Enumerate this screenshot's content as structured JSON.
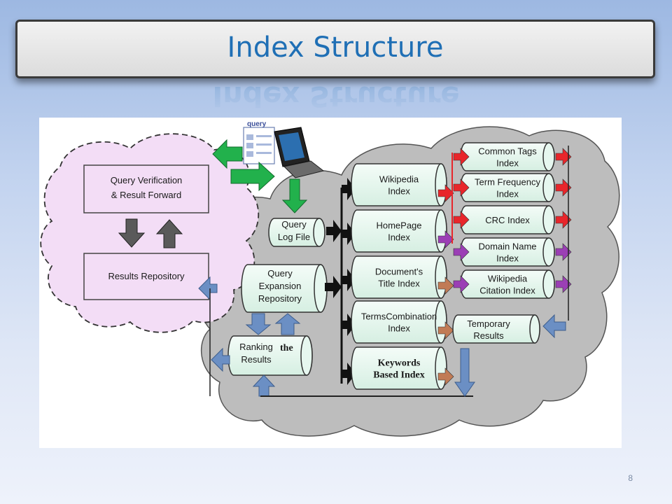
{
  "slide": {
    "title": "Index Structure",
    "page_number": "8"
  },
  "diagram": {
    "query_icon_label": "query",
    "left_cloud": {
      "verification_box": [
        "Query Verification",
        "& Result Forward"
      ],
      "repository_box": "Results Repository"
    },
    "query_log": [
      "Query",
      "Log File"
    ],
    "query_expansion": [
      "Query",
      "Expansion",
      "Repository"
    ],
    "ranking": [
      "Ranking",
      "Results"
    ],
    "ranking_extra": "the",
    "center_indexes": [
      {
        "lines": [
          "Wikipedia",
          "Index"
        ]
      },
      {
        "lines": [
          "HomePage",
          "Index"
        ]
      },
      {
        "lines": [
          "Document's",
          "Title Index"
        ]
      },
      {
        "lines": [
          "TermsCombination",
          "Index"
        ]
      },
      {
        "lines": [
          "Keywords",
          "Based Index"
        ]
      }
    ],
    "right_indexes": [
      {
        "lines": [
          "Common Tags",
          "Index"
        ]
      },
      {
        "lines": [
          "Term Frequency",
          "Index"
        ]
      },
      {
        "lines": [
          "CRC Index"
        ]
      },
      {
        "lines": [
          "Domain Name",
          "Index"
        ]
      },
      {
        "lines": [
          "Wikipedia",
          "Citation Index"
        ]
      }
    ],
    "temporary": [
      "Temporary",
      "Results"
    ],
    "colors": {
      "green": "#22b14c",
      "red": "#e8262b",
      "purple": "#9b3fb5",
      "blue": "#6b8fc4",
      "brown": "#c17b55",
      "cylinder": "#e6f7ef",
      "cloud_grey": "#bdbdbd",
      "cloud_pink": "#f3ddf6"
    }
  }
}
